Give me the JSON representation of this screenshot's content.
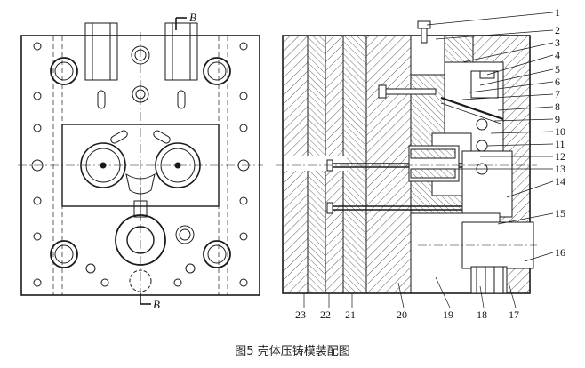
{
  "caption": "图5 壳体压铸模装配图",
  "section_mark_top": "B",
  "section_mark_bottom": "B",
  "section_arrow_top": "⌐",
  "section_arrow_bottom": "⌐",
  "part_labels_right": [
    "1",
    "2",
    "3",
    "4",
    "5",
    "6",
    "7",
    "8",
    "9",
    "10",
    "11",
    "12",
    "13",
    "14",
    "15",
    "16"
  ],
  "part_labels_bottom": [
    "23",
    "22",
    "21",
    "20",
    "19",
    "18",
    "17"
  ],
  "colors": {
    "ink": "#1a1a1a",
    "paper": "#ffffff"
  }
}
